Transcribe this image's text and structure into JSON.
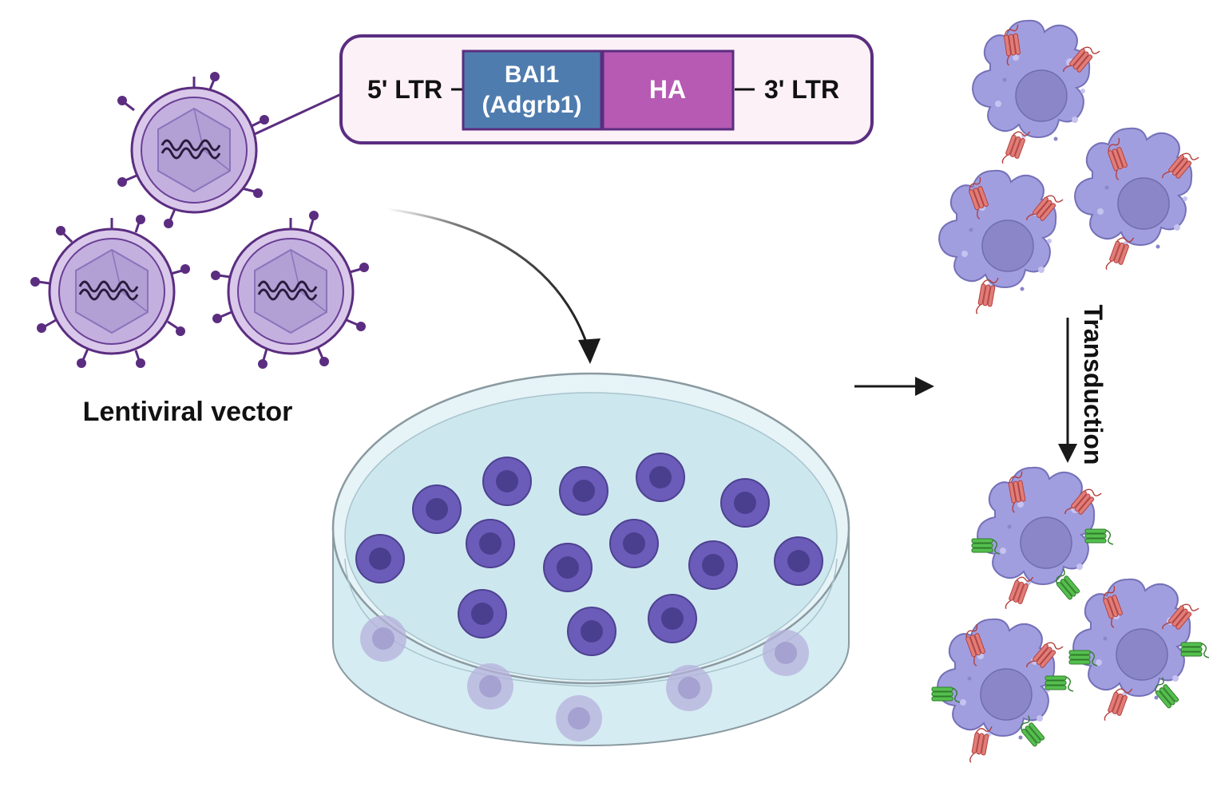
{
  "construct": {
    "ltr5": "5' LTR",
    "gene_line1": "BAI1",
    "gene_line2": "(Adgrb1)",
    "tag": "HA",
    "ltr3": "3' LTR"
  },
  "vector_label": "Lentiviral vector",
  "step_label": "Transduction",
  "colors": {
    "construct_border": "#5b2d80",
    "construct_fill": "#fcf1f7",
    "gene_box": "#4f7cae",
    "tag_box": "#b65ab4",
    "virus": "#6a3f95",
    "cell_body": "#9e9be0",
    "receptor_red": "#e07d78",
    "receptor_green": "#3fa540"
  }
}
